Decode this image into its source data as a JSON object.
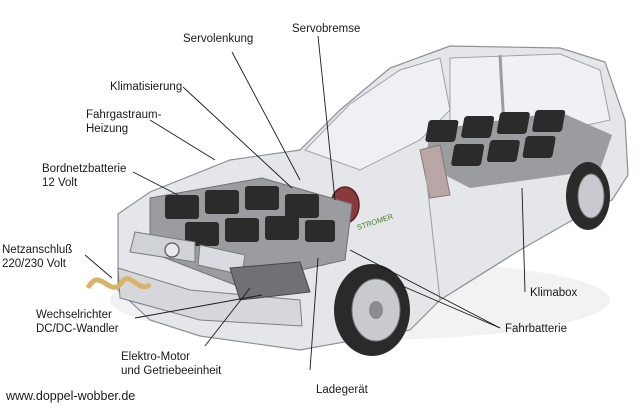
{
  "labels": {
    "servolenkung": "Servolenkung",
    "servobremse": "Servobremse",
    "klimatisierung": "Klimatisierung",
    "fahrgastraum_heizung": "Fahrgastraum-\nHeizung",
    "bordnetzbatterie": "Bordnetzbatterie\n12 Volt",
    "netzanschluss": "Netzanschluß\n220/230 Volt",
    "wechselrichter": "Wechselrichter\nDC/DC-Wandler",
    "elektro_motor": "Elektro-Motor\nund Getriebeeinheit",
    "ladegeraet": "Ladegerät",
    "fahrbatterie": "Fahrbatterie",
    "klimabox": "Klimabox"
  },
  "decal_text": "STROMER",
  "footer": {
    "url": "www.doppel-wobber.de"
  },
  "colors": {
    "body": "#e4e6ea",
    "glass": "#eef0f3",
    "battery": "#2b2b2b",
    "tray": "#9a9ca0",
    "tire": "#2a2a2a",
    "decal": "#4a7a2a"
  }
}
